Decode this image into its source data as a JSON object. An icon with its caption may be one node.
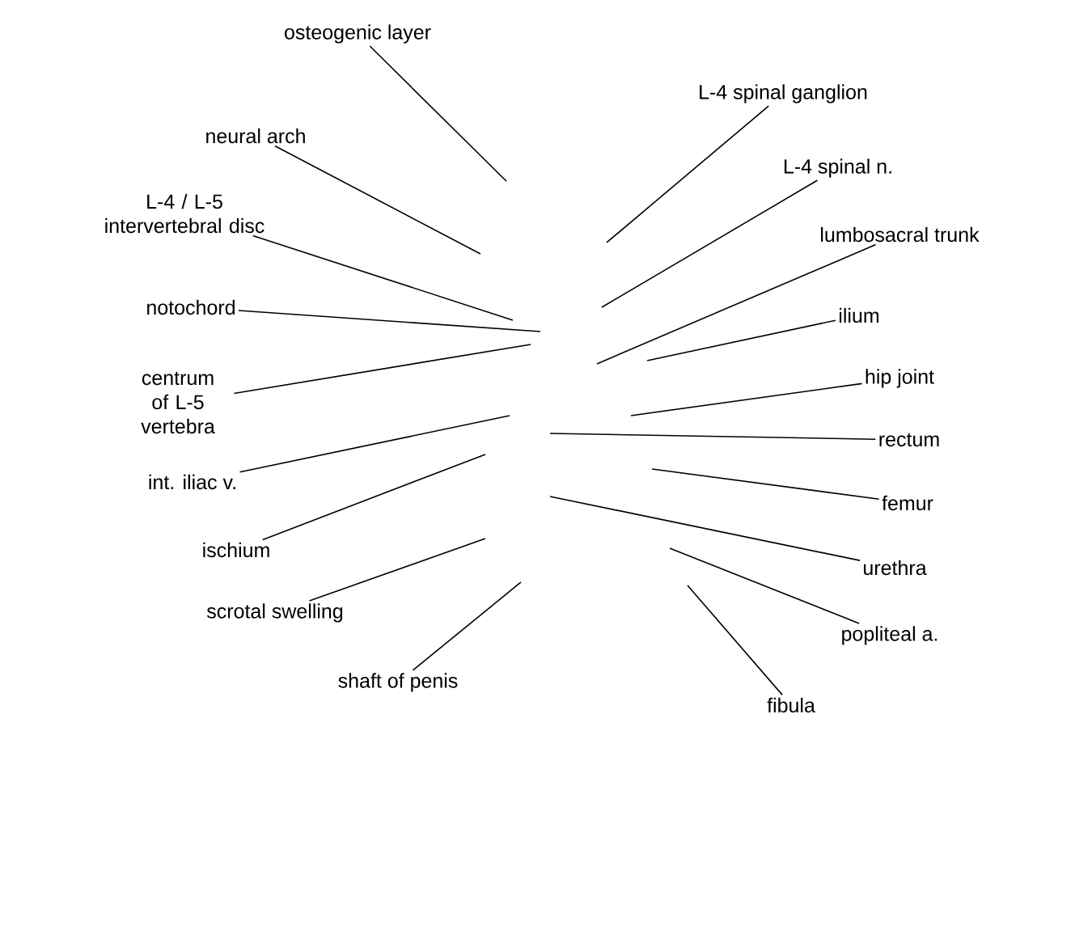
{
  "diagram": {
    "nodes": [
      {
        "text": [
          "osteogenic layer"
        ]
      },
      {
        "text": [
          "neural arch"
        ]
      },
      {
        "text": [
          "L-4 / L-5 intervertebral disc"
        ]
      },
      {
        "text": [
          "notochord"
        ]
      },
      {
        "text": [
          "centrum of L-5 vertebra"
        ]
      },
      {
        "text": [
          "int. iliac v."
        ]
      },
      {
        "text": [
          "ischium"
        ]
      },
      {
        "text": [
          "scrotal swelling"
        ]
      },
      {
        "text": [
          "shaft of penis"
        ]
      },
      {
        "text": [
          "L-4 spinal ganglion"
        ]
      },
      {
        "text": [
          "L-4 spinal n."
        ]
      },
      {
        "text": [
          "lumbosacral trunk"
        ]
      },
      {
        "text": [
          "ilium"
        ]
      },
      {
        "text": [
          "hip joint"
        ]
      },
      {
        "text": [
          "rectum"
        ]
      },
      {
        "text": [
          "femur"
        ]
      },
      {
        "text": [
          "urethra"
        ]
      },
      {
        "text": [
          "popliteal a."
        ]
      },
      {
        "text": [
          "fibula"
        ]
      }
    ],
    "edges": [
      {
        "from": 0,
        "to": null,
        "arrow": "none"
      },
      {
        "from": 1,
        "to": null,
        "arrow": "none"
      },
      {
        "from": 2,
        "to": null,
        "arrow": "none"
      },
      {
        "from": 3,
        "to": null,
        "arrow": "none"
      },
      {
        "from": 4,
        "to": null,
        "arrow": "none"
      },
      {
        "from": 5,
        "to": null,
        "arrow": "none"
      },
      {
        "from": 6,
        "to": null,
        "arrow": "none"
      },
      {
        "from": 7,
        "to": null,
        "arrow": "none"
      },
      {
        "from": 8,
        "to": null,
        "arrow": "none"
      },
      {
        "from": 9,
        "to": null,
        "arrow": "none"
      },
      {
        "from": 10,
        "to": null,
        "arrow": "none"
      },
      {
        "from": 11,
        "to": null,
        "arrow": "none"
      },
      {
        "from": 12,
        "to": null,
        "arrow": "none"
      },
      {
        "from": 13,
        "to": null,
        "arrow": "none"
      },
      {
        "from": 14,
        "to": null,
        "arrow": "none"
      },
      {
        "from": 15,
        "to": null,
        "arrow": "none"
      },
      {
        "from": 16,
        "to": null,
        "arrow": "none"
      },
      {
        "from": 17,
        "to": null,
        "arrow": "none"
      },
      {
        "from": 18,
        "to": null,
        "arrow": "none"
      }
    ]
  }
}
